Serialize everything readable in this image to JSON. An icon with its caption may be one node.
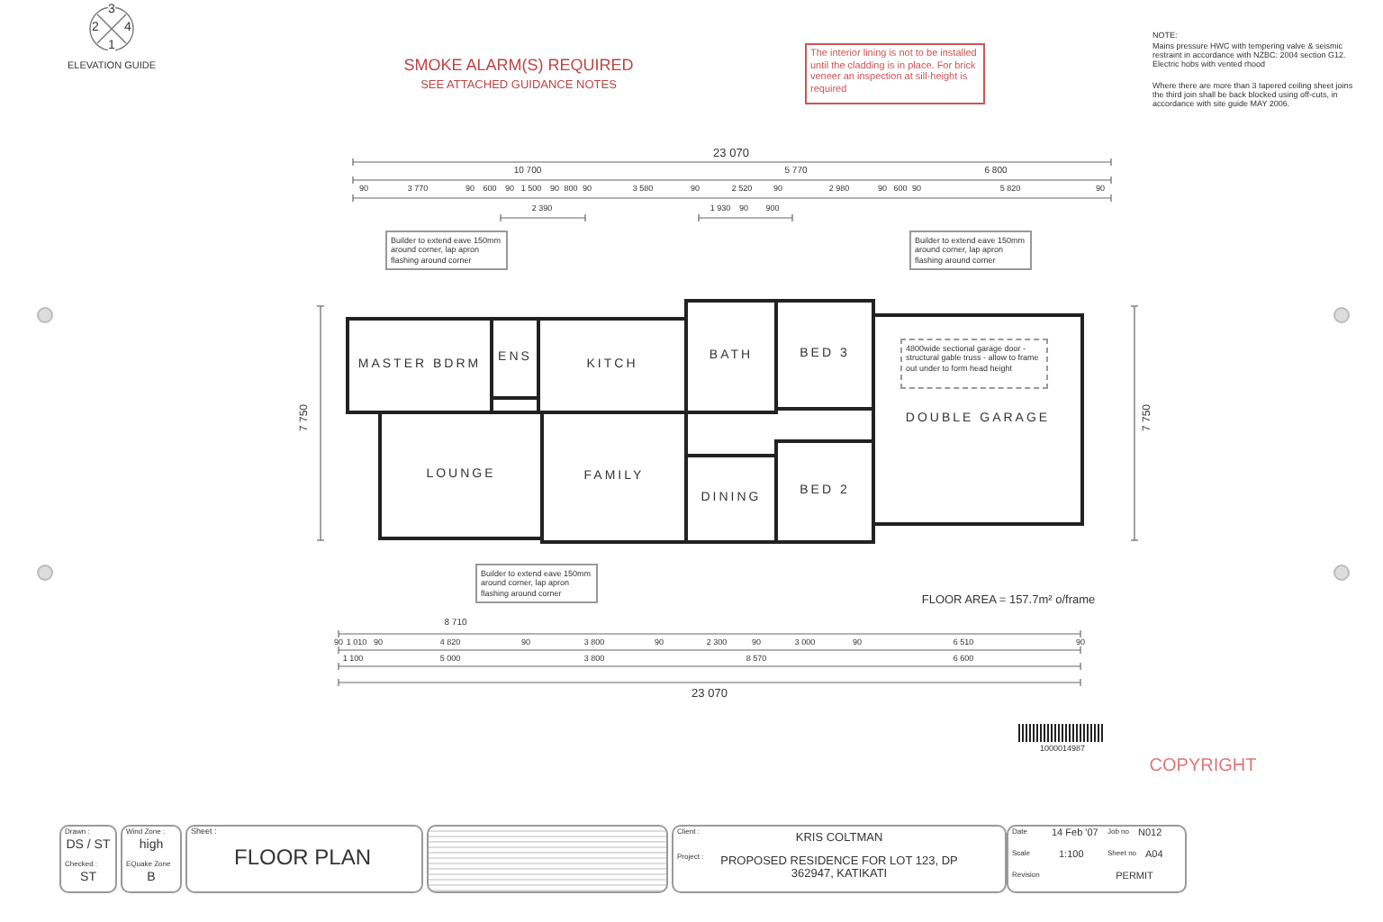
{
  "diagram": {
    "nodes": [
      {
        "text": [
          "The interior lining is not to be installed until the cladding is in place. For brick veneer an inspection at sill-height is required"
        ]
      },
      {
        "text": [
          "Builder to extend eave 150mm around corner, lap apron flashing around corner"
        ]
      },
      {
        "text": [
          "Builder to extend eave 150mm around corner, lap apron flashing around corner"
        ]
      },
      {
        "text": [
          "Builder to extend eave 150mm around corner, lap apron flashing around corner"
        ]
      },
      {
        "text": [
          "MASTER BDRM"
        ]
      },
      {
        "text": [
          "ENS"
        ]
      },
      {
        "text": [
          "KITCH"
        ]
      },
      {
        "text": [
          "BATH"
        ]
      },
      {
        "text": [
          "BED 3"
        ]
      },
      {
        "text": [
          "LOUNGE"
        ]
      },
      {
        "text": [
          "FAMILY"
        ]
      },
      {
        "text": [
          "DINING"
        ]
      },
      {
        "text": [
          "BED 2"
        ]
      },
      {
        "text": [
          "DOUBLE GARAGE"
        ]
      },
      {
        "text": [
          "4800wide sectional garage door - structural gable truss - allow to frame out under to form head height"
        ],
        "in": 13
      }
    ],
    "labels": [
      "3",
      "2",
      "4",
      "1",
      "ELEVATION GUIDE",
      "SMOKE ALARM(S) REQUIRED",
      "SEE ATTACHED GUIDANCE NOTES",
      "NOTE:",
      "Mains pressure HWC with tempering valve & seismic restraint in accordance with NZBC: 2004 section G12. Electric hobs with vented rhood",
      "Where there are more than 3 tapered ceiling sheet joins the third join shall be back blocked using off-cuts, in accordance with site guide MAY 2006.",
      "23 070",
      "10 700",
      "5 770",
      "6 800",
      "90",
      "3 770",
      "90",
      "600",
      "90",
      "1 500",
      "90",
      "800",
      "90",
      "3 580",
      "90",
      "2 520",
      "90",
      "2 980",
      "90",
      "600",
      "90",
      "5 820",
      "90",
      "2 390",
      "1 930",
      "90",
      "900",
      "7 750",
      "7 750",
      "FLOOR AREA = 157.7m² o/frame",
      "8 710",
      "90",
      "1 010",
      "90",
      "4 820",
      "90",
      "3 800",
      "90",
      "2 300",
      "90",
      "3 000",
      "90",
      "6 510",
      "90",
      "1 100",
      "5 000",
      "3 800",
      "8 570",
      "6 600",
      "23 070",
      "COPYRIGHT",
      "1000014987",
      "Drawn :",
      "DS / ST",
      "Checked :",
      "ST",
      "Wind Zone :",
      "high",
      "EQuake Zone",
      "B",
      "Sheet :",
      "FLOOR PLAN",
      "Client :",
      "KRIS COLTMAN",
      "Project :",
      "PROPOSED RESIDENCE FOR LOT 123, DP 362947, KATIKATI",
      "Date",
      "14 Feb '07",
      "Job no",
      "N012",
      "Scale",
      "1:100",
      "Sheet no",
      "A04",
      "Revision",
      "PERMIT"
    ]
  }
}
